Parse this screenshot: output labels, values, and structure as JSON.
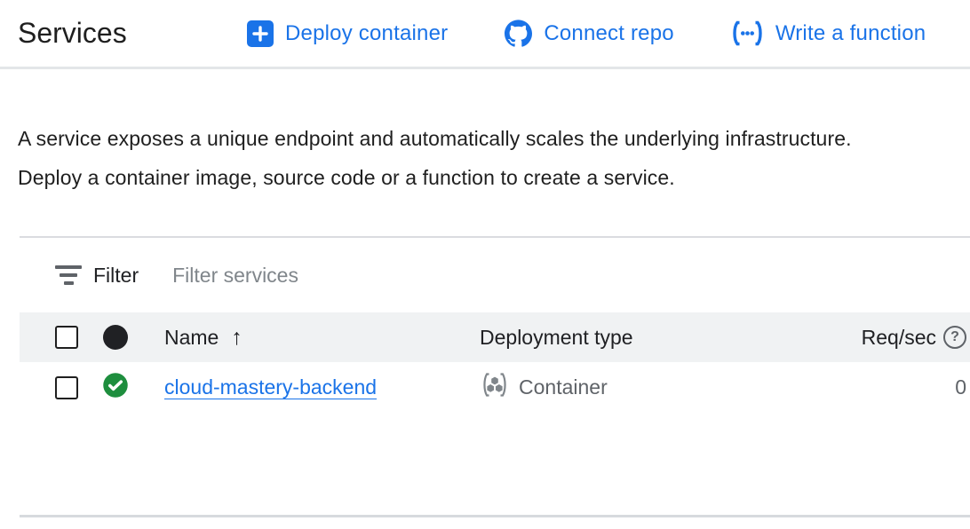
{
  "page": {
    "title": "Services",
    "description_line1": "A service exposes a unique endpoint and automatically scales the underlying infrastructure.",
    "description_line2": "Deploy a container image, source code or a function to create a service."
  },
  "actions": [
    {
      "label": "Deploy container",
      "icon": "plus-icon"
    },
    {
      "label": "Connect repo",
      "icon": "github-icon"
    },
    {
      "label": "Write a function",
      "icon": "code-parens-icon"
    }
  ],
  "filter": {
    "label": "Filter",
    "placeholder": "Filter services",
    "icon": "filter-list-icon"
  },
  "table": {
    "columns": {
      "name": "Name",
      "deployment_type": "Deployment type",
      "req_sec": "Req/sec"
    },
    "sort": {
      "column": "Name",
      "direction": "ascending",
      "glyph": "↑"
    },
    "header_icons": {
      "status": "status-dot-icon",
      "req_help": "help-circle-icon"
    },
    "help_glyph": "?",
    "rows": [
      {
        "name": "cloud-mastery-backend",
        "status": "ok",
        "status_icon": "check-circle-icon",
        "deployment_type": "Container",
        "deployment_icon": "container-icon",
        "req_sec": "0",
        "selected": false
      }
    ]
  },
  "colors": {
    "accent_blue": "#1a73e8",
    "success_green": "#1e8e3e",
    "text_dark": "#1f1f1f",
    "text_gray": "#5f6368",
    "header_bg": "#f0f2f3",
    "divider": "#dadce0"
  }
}
